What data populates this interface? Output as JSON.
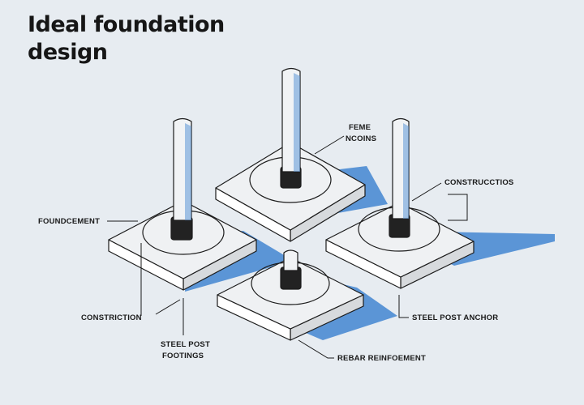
{
  "title": {
    "line1": "Ideal foundation",
    "line2": "design"
  },
  "labels": {
    "feme_ncoins_line1": "FEME",
    "feme_ncoins_line2": "NCOINS",
    "constructcios": "CONSTRUCCTIOS",
    "foundcement": "FOUNDCEMENT",
    "constriction": "CONSTRICTION",
    "steel_post_footings_line1": "STEEL POST",
    "steel_post_footings_line2": "FOOTINGS",
    "steel_post_anchor": "STEEL POST ANCHOR",
    "rebar_reinfoement": "REBAR REINFOEMENT"
  },
  "colors": {
    "background": "#e7ecf1",
    "shadow_blue": "#5b95d6",
    "slab_top": "#eff1f3",
    "slab_front": "#ffffff",
    "slab_side": "#d7dadd",
    "post": "#f1f3f5",
    "anchor": "#222222",
    "outline": "#1c1c1c"
  }
}
